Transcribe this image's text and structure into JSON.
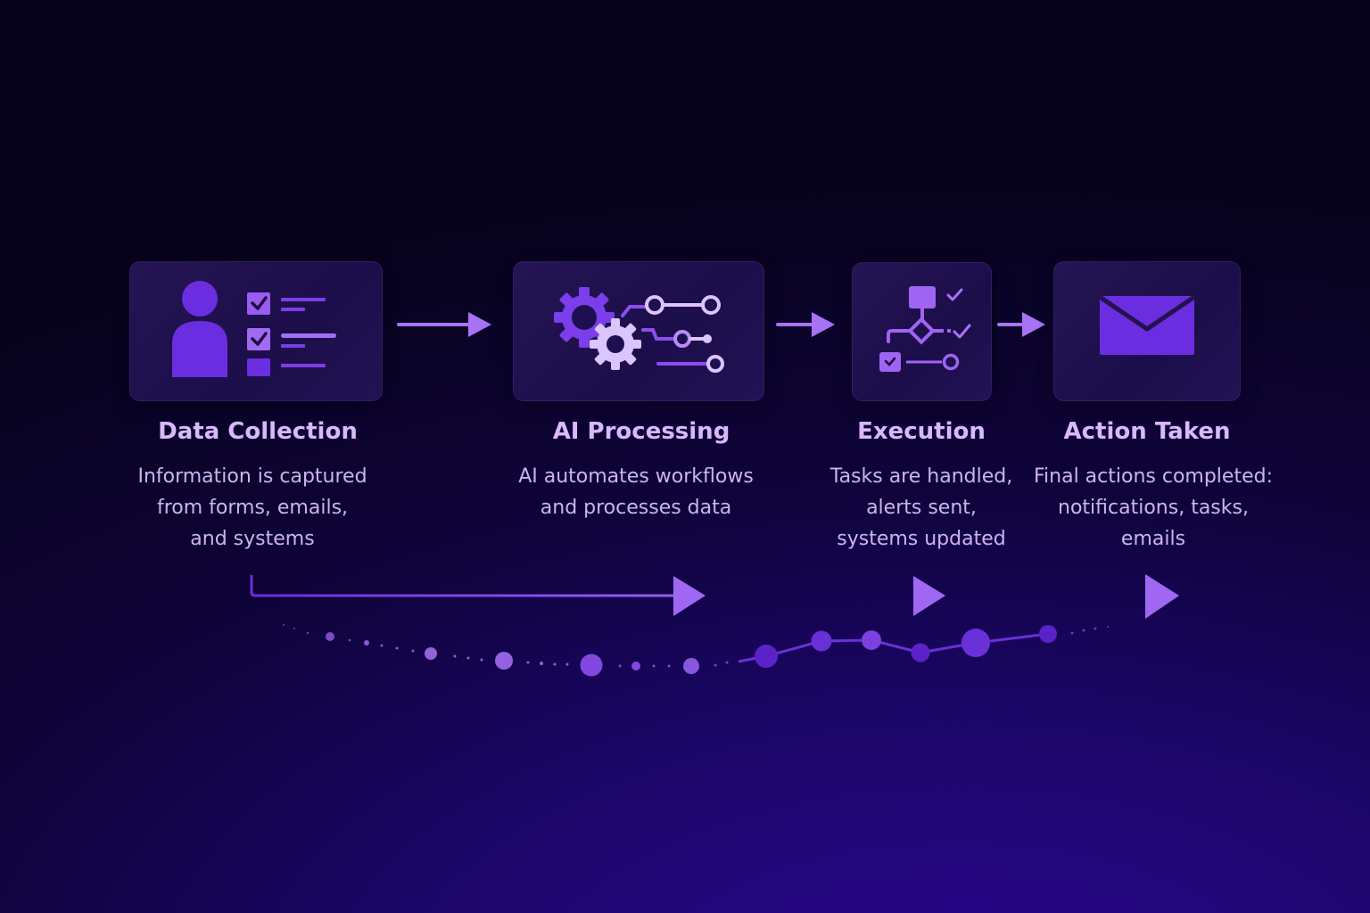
{
  "colors": {
    "accent": "#6d2fe0",
    "accent_light": "#a86cf5",
    "accent_pale": "#dcc4ff",
    "title_text": "#d9b8ff",
    "body_text": "#cdb3f0"
  },
  "steps": [
    {
      "title": "Data Collection",
      "description": "Information is captured\nfrom forms, emails,\nand systems",
      "icon": "user-form-checklist-icon"
    },
    {
      "title": "AI Processing",
      "description": "AI automates workflows\nand processes data",
      "icon": "gears-circuit-icon"
    },
    {
      "title": "Execution",
      "description": "Tasks are handled,\nalerts sent,\nsystems updated",
      "icon": "flowchart-icon"
    },
    {
      "title": "Action Taken",
      "description": "Final actions completed:\nnotifications, tasks,\nemails",
      "icon": "envelope-icon"
    }
  ],
  "connectors": [
    "arrow-right-icon",
    "arrow-right-icon",
    "arrow-right-icon"
  ],
  "timeline_arrows": [
    "triangle-arrow-icon",
    "triangle-arrow-icon",
    "triangle-arrow-icon"
  ]
}
